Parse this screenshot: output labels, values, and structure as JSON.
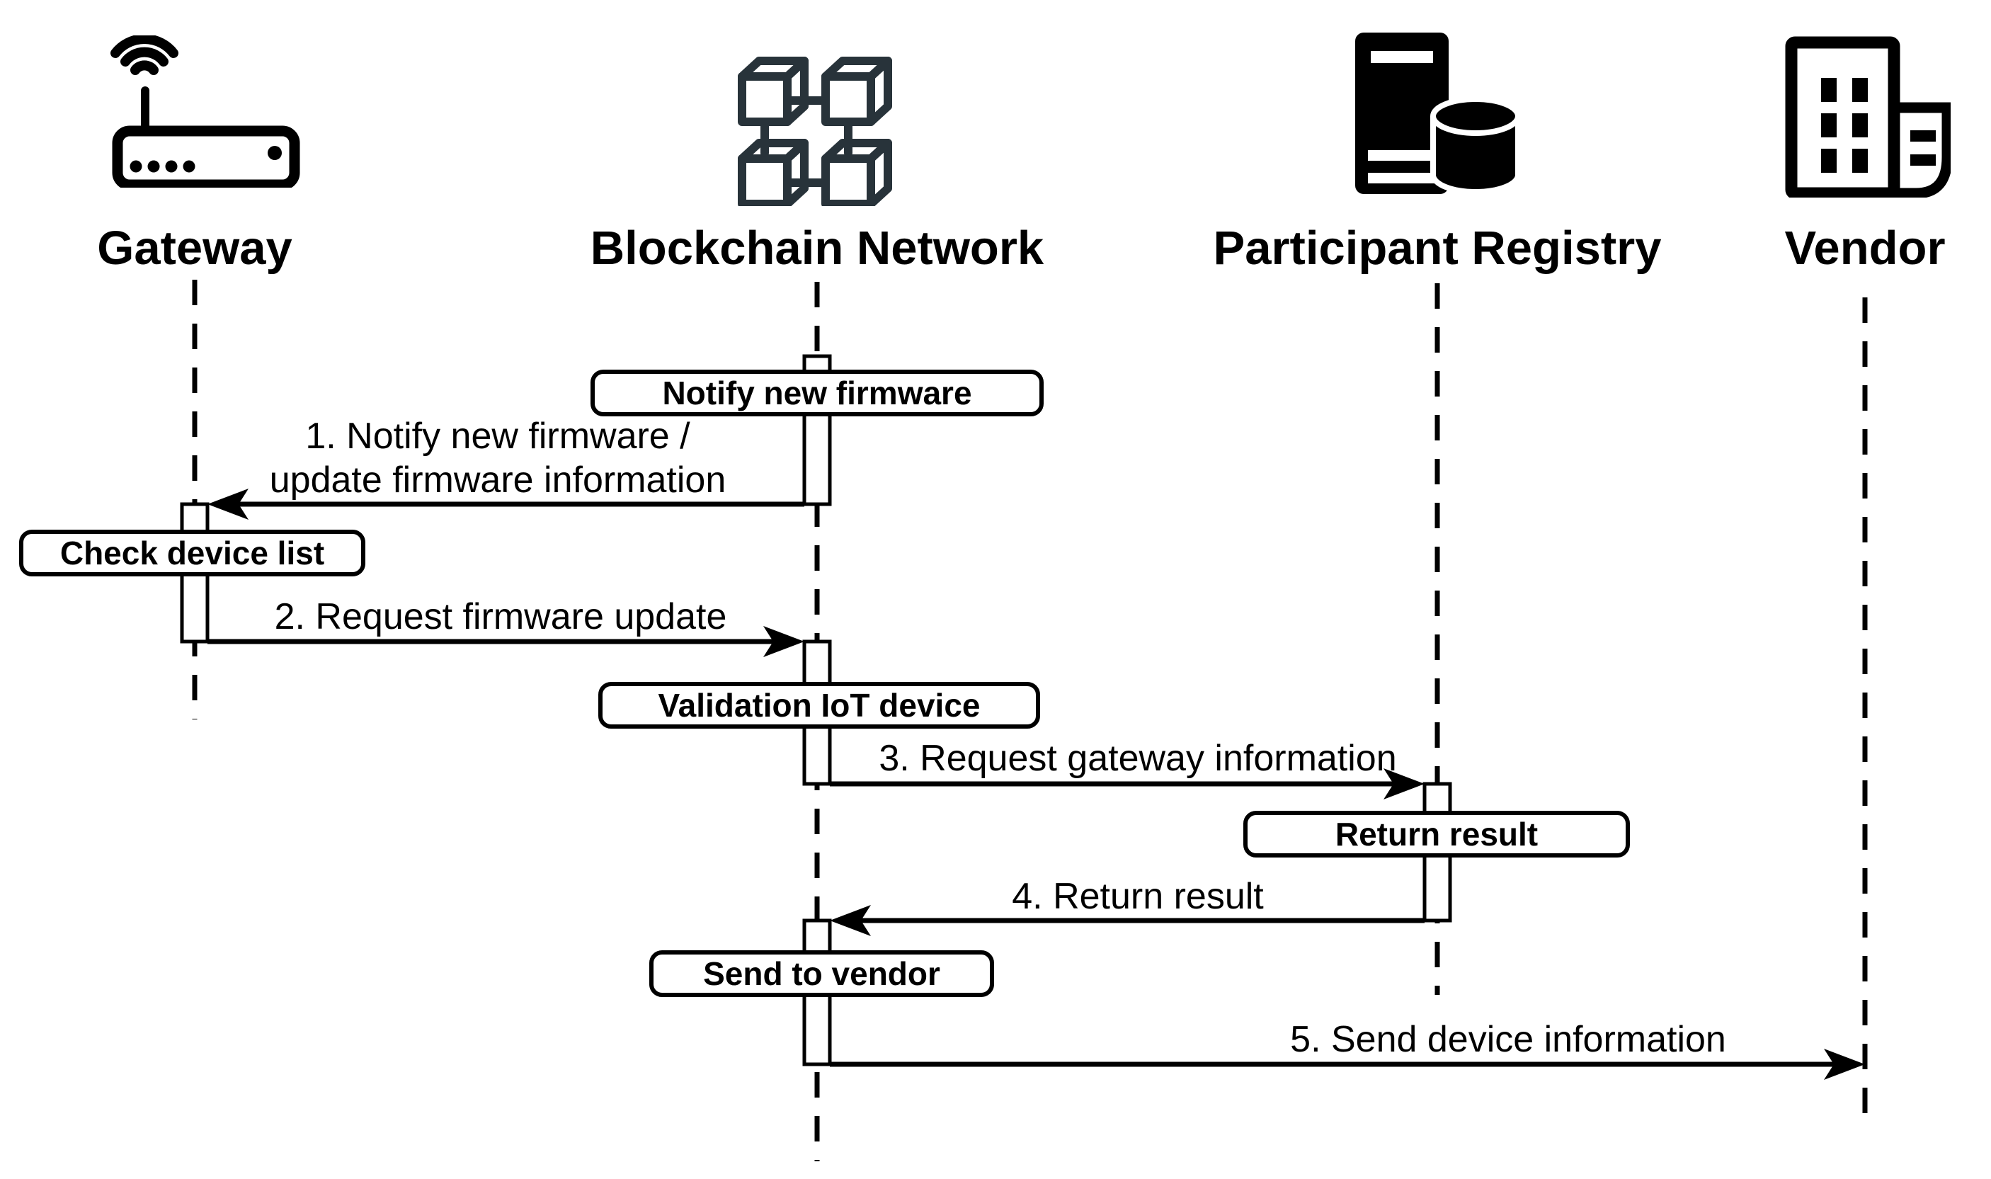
{
  "diagram": {
    "type": "uml-sequence",
    "participants": [
      {
        "name": "Gateway",
        "icon": "wifi-router-icon"
      },
      {
        "name": "Blockchain Network",
        "icon": "blockchain-cubes-icon"
      },
      {
        "name": "Participant Registry",
        "icon": "server-database-icon"
      },
      {
        "name": "Vendor",
        "icon": "office-building-icon"
      }
    ],
    "action_boxes": [
      {
        "label": "Notify new firmware",
        "lifeline": "Blockchain Network"
      },
      {
        "label": "Check device list",
        "lifeline": "Gateway"
      },
      {
        "label": "Validation IoT device",
        "lifeline": "Blockchain Network"
      },
      {
        "label": "Return result",
        "lifeline": "Participant Registry"
      },
      {
        "label": "Send to vendor",
        "lifeline": "Blockchain Network"
      }
    ],
    "messages": [
      {
        "seq": "1",
        "label_line1": "1. Notify new firmware /",
        "label_line2": "update firmware information",
        "from": "Blockchain Network",
        "to": "Gateway"
      },
      {
        "seq": "2",
        "label": "2. Request firmware update",
        "from": "Gateway",
        "to": "Blockchain Network"
      },
      {
        "seq": "3",
        "label": "3. Request gateway information",
        "from": "Blockchain Network",
        "to": "Participant Registry"
      },
      {
        "seq": "4",
        "label": "4. Return result",
        "from": "Participant Registry",
        "to": "Blockchain Network"
      },
      {
        "seq": "5",
        "label": "5. Send device information",
        "from": "Blockchain Network",
        "to": "Vendor"
      }
    ],
    "colors": {
      "line": "#000000",
      "background": "#ffffff",
      "blockchain_icon": "#28333a"
    }
  }
}
